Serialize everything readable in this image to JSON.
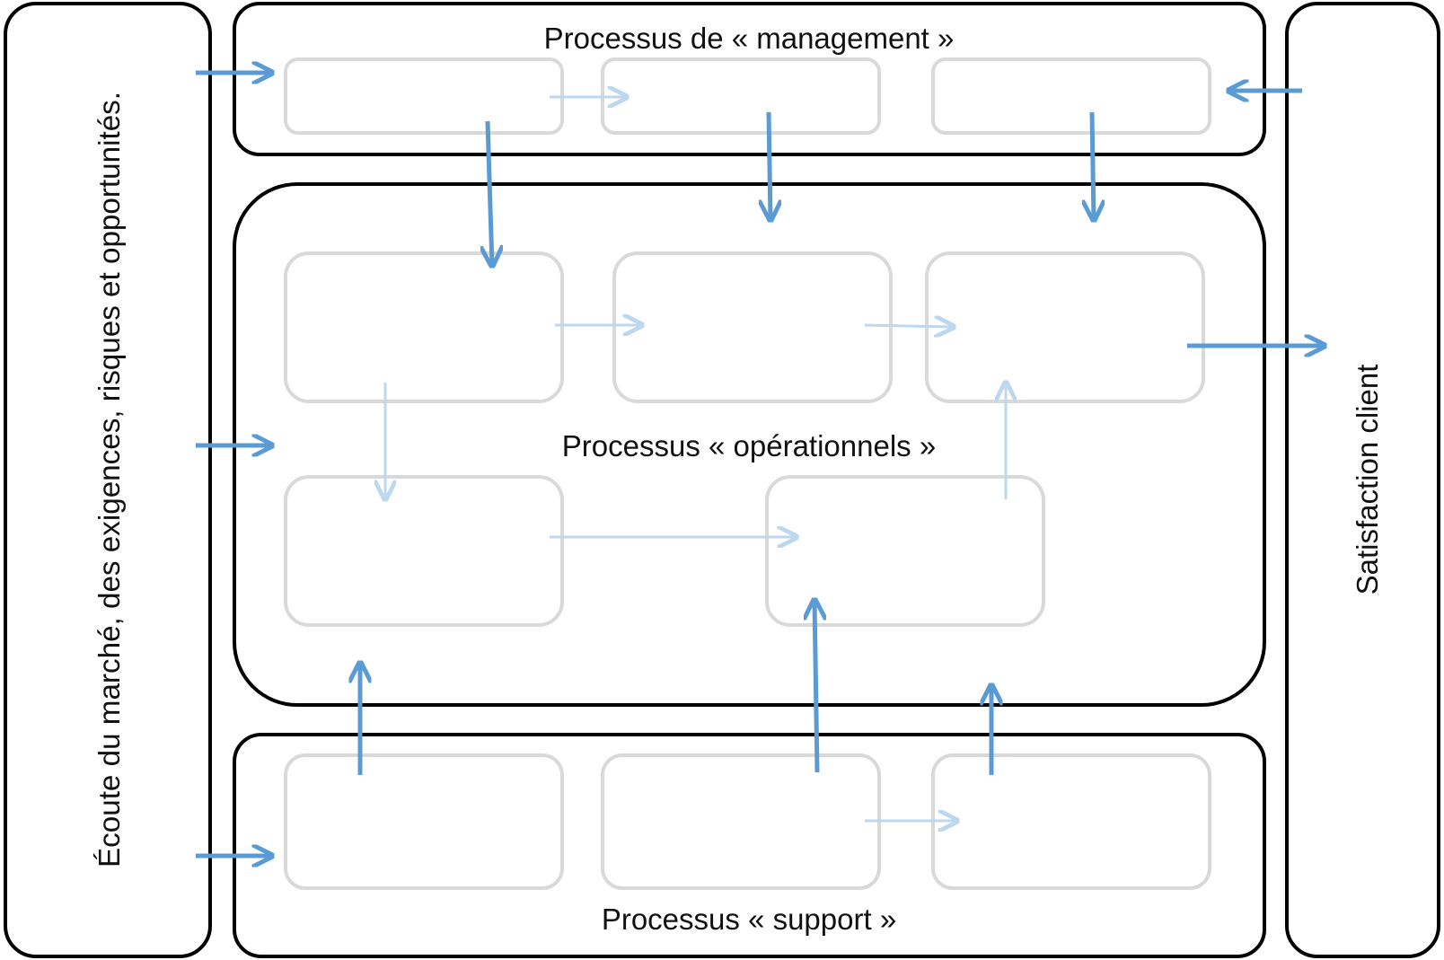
{
  "left_column": {
    "label": "Écoute du marché, des exigences, risques et opportunités."
  },
  "right_column": {
    "label": "Satisfaction client"
  },
  "management": {
    "title": "Processus de « management »"
  },
  "operational": {
    "title": "Processus « opérationnels »"
  },
  "support": {
    "title": "Processus « support »"
  },
  "colors": {
    "outline": "#000000",
    "inner_box": "#d9d9d9",
    "strong_arrow": "#5b9bd5",
    "light_arrow": "#bdd7ee"
  }
}
